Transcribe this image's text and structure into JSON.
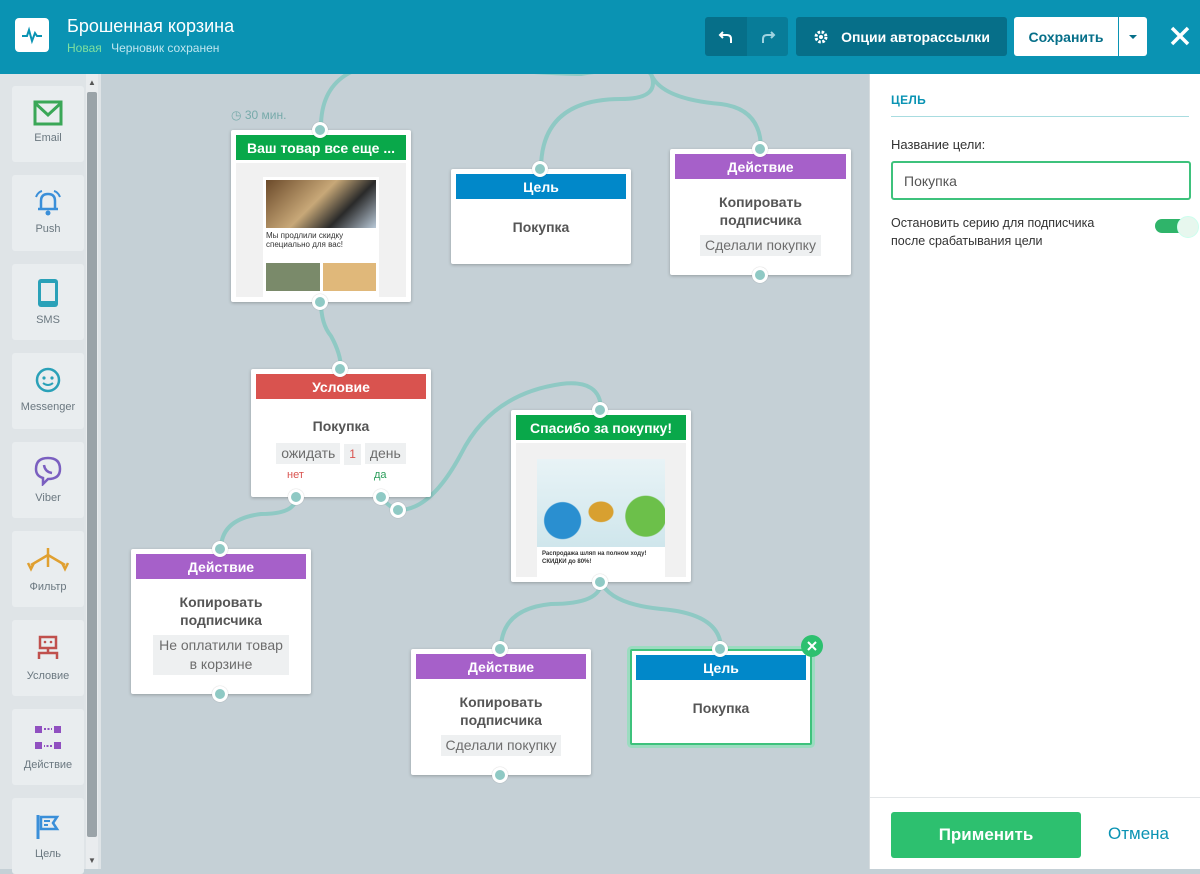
{
  "header": {
    "title": "Брошенная корзина",
    "status_new": "Новая",
    "status_saved": "Черновик сохранен",
    "options_label": "Опции авторассылки",
    "save_label": "Сохранить"
  },
  "sidebar": {
    "items": [
      {
        "label": "Email",
        "icon": "email-icon",
        "color": "#3aa757"
      },
      {
        "label": "Push",
        "icon": "bell-icon",
        "color": "#3a8fd9"
      },
      {
        "label": "SMS",
        "icon": "phone-icon",
        "color": "#2aa1b8"
      },
      {
        "label": "Messenger",
        "icon": "chat-icon",
        "color": "#2aa1b8"
      },
      {
        "label": "Viber",
        "icon": "viber-icon",
        "color": "#7a5fc0"
      },
      {
        "label": "Фильтр",
        "icon": "filter-icon",
        "color": "#e0a030"
      },
      {
        "label": "Условие",
        "icon": "condition-icon",
        "color": "#c0504d"
      },
      {
        "label": "Действие",
        "icon": "action-icon",
        "color": "#9050c0"
      },
      {
        "label": "Цель",
        "icon": "flag-icon",
        "color": "#3a8fd9"
      }
    ]
  },
  "canvas": {
    "delay": "30 мин.",
    "email1": {
      "title": "Ваш товар все еще ...",
      "preview": "Мы продлили скидку специально для вас!"
    },
    "goal1": {
      "head": "Цель",
      "text": "Покупка"
    },
    "action1": {
      "head": "Действие",
      "text": "Копировать подписчика",
      "chip": "Сделали покупку"
    },
    "condition": {
      "head": "Условие",
      "text": "Покупка",
      "wait": "ожидать",
      "num": "1",
      "unit": "день",
      "no": "нет",
      "yes": "да"
    },
    "email2": {
      "title": "Спасибо за покупку!",
      "preview": "Распродажа шляп на полном ходу! СКИДКИ до 80%!"
    },
    "action2": {
      "head": "Действие",
      "text": "Копировать подписчика",
      "chip": "Не оплатили товар в корзине"
    },
    "action3": {
      "head": "Действие",
      "text": "Копировать подписчика",
      "chip": "Сделали покупку"
    },
    "goal2": {
      "head": "Цель",
      "text": "Покупка"
    }
  },
  "panel": {
    "title": "ЦЕЛЬ",
    "name_label": "Название цели:",
    "name_value": "Покупка",
    "stop_label": "Остановить серию для подписчика после срабатывания цели",
    "stop_enabled": true,
    "apply": "Применить",
    "cancel": "Отмена"
  },
  "colors": {
    "brand": "#0a93b3",
    "email": "#09a84a",
    "goal": "#0188c9",
    "action": "#a660c9",
    "condition": "#d9534f",
    "apply": "#2dc06f"
  }
}
